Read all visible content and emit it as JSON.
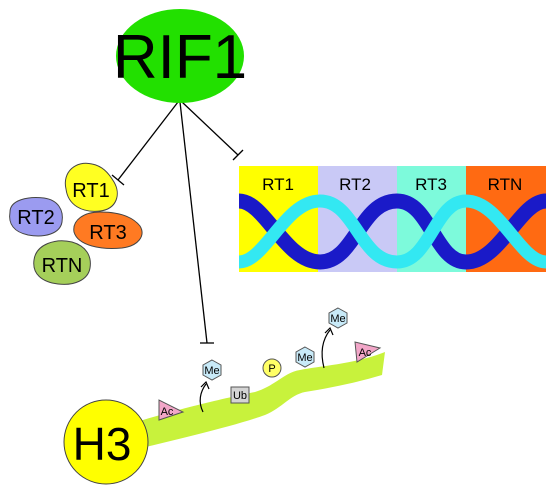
{
  "center": {
    "label": "RIF1",
    "color": "#22e000"
  },
  "blobs": [
    {
      "label": "RT1",
      "color": "#ffff22"
    },
    {
      "label": "RT2",
      "color": "#9b9bf0"
    },
    {
      "label": "RT3",
      "color": "#ff7a22"
    },
    {
      "label": "RTN",
      "color": "#a5cf5a"
    }
  ],
  "replication_bands": [
    {
      "label": "RT1",
      "color": "#ffff00"
    },
    {
      "label": "RT2",
      "color": "#c9c9f6"
    },
    {
      "label": "RT3",
      "color": "#7dfadb"
    },
    {
      "label": "RTN",
      "color": "#ff6a12"
    }
  ],
  "dna": {
    "strand_dark": "#1a1ac8",
    "strand_light": "#33e8f2"
  },
  "histone": {
    "label": "H3",
    "head_color": "#ffff00",
    "tail_color": "#c8f23c",
    "marks": [
      {
        "label": "Ac",
        "shape": "triangle",
        "color": "#f2a6c8"
      },
      {
        "label": "Me",
        "shape": "hexagon",
        "color": "#c8eaf8"
      },
      {
        "label": "Ub",
        "shape": "square",
        "color": "#d4d4d4"
      },
      {
        "label": "P",
        "shape": "circle",
        "color": "#ffff66"
      },
      {
        "label": "Me",
        "shape": "hexagon",
        "color": "#c8eaf8"
      },
      {
        "label": "Me",
        "shape": "hexagon",
        "color": "#c8eaf8"
      },
      {
        "label": "Ac",
        "shape": "triangle",
        "color": "#f2a6c8"
      }
    ]
  }
}
